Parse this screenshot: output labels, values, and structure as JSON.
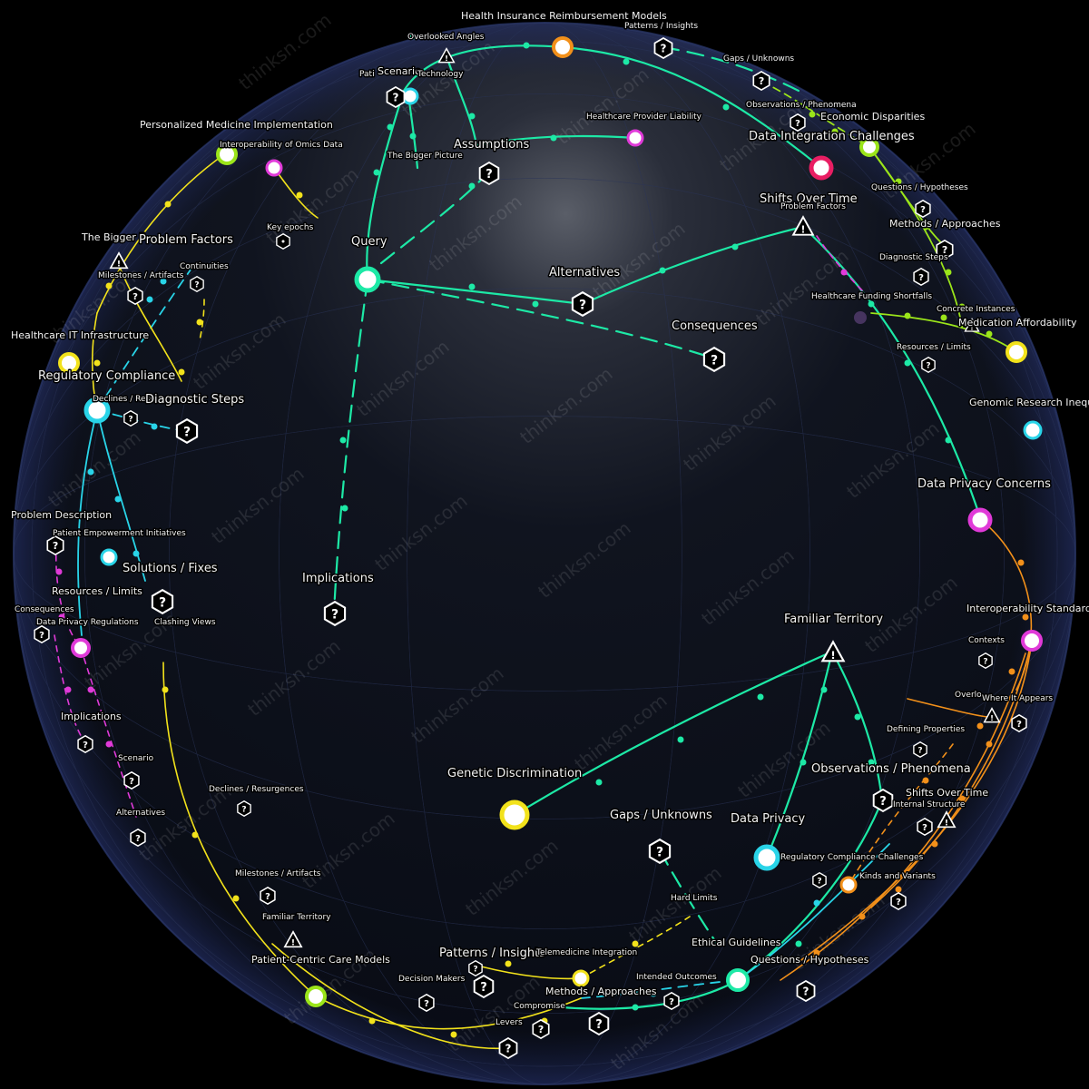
{
  "colors": {
    "background": "#000000",
    "sphere": "#0b0f1c",
    "teal": "#1de9a6",
    "cyan": "#29d4e8",
    "yellow": "#f2e21b",
    "lime": "#9be51a",
    "orange": "#f2901a",
    "magenta": "#e03ad8",
    "white": "#ffffff"
  },
  "watermark": "thinksn.com",
  "labels": {
    "health_insurance": "Health Insurance Reimbursement Models",
    "patterns_insights_top": "Patterns / Insights",
    "gaps_unknowns_top": "Gaps / Unknowns",
    "overlooked_angles": "Overlooked Angles",
    "scenario_top": "Scenario",
    "technology": "Technology",
    "pati": "Pati",
    "observations_top": "Observations / Phenomena",
    "economic_disparities": "Economic Disparities",
    "data_integration": "Data Integration Challenges",
    "provider_liability": "Healthcare Provider Liability",
    "assumptions": "Assumptions",
    "bigger_picture_small": "The Bigger Picture",
    "personalized_medicine": "Personalized Medicine Implementation",
    "interop_omics": "Interoperability of Omics Data",
    "shifts_over_time_top": "Shifts Over Time",
    "problem_factors_small": "Problem Factors",
    "questions_hypotheses_top": "Questions / Hypotheses",
    "methods_approaches_top": "Methods / Approaches",
    "query": "Query",
    "key_epochs": "Key epochs",
    "bigger_f": "The Bigger F",
    "problem_factors": "Problem Factors",
    "milestones_artifacts_top": "Milestones / Artifacts",
    "continuities": "Continuities",
    "diagnostic_steps_small": "Diagnostic Steps",
    "alternatives_center": "Alternatives",
    "funding_shortfalls": "Healthcare Funding Shortfalls",
    "concrete_instances": "Concrete Instances",
    "medication_affordability": "Medication Affordability",
    "consequences_center": "Consequences",
    "healthcare_it": "Healthcare IT Infrastructure",
    "regulatory_compliance": "Regulatory Compliance",
    "resources_limits_right": "Resources / Limits",
    "declines_resu": "Declines / Resu",
    "diagnostic_steps": "Diagnostic Steps",
    "genomic_research": "Genomic Research Inequality",
    "data_privacy_concerns": "Data Privacy Concerns",
    "problem_description": "Problem Description",
    "patient_empowerment": "Patient Empowerment Initiatives",
    "solutions_fixes": "Solutions / Fixes",
    "implications_center": "Implications",
    "resources_limits_left": "Resources / Limits",
    "clashing_views": "Clashing Views",
    "consequences_left": "Consequences",
    "data_privacy_regs": "Data Privacy Regulations",
    "interop_standards": "Interoperability Standards",
    "familiar_territory_center": "Familiar Territory",
    "contexts": "Contexts",
    "overlo": "Overlo",
    "where_it_appears": "Where It Appears",
    "implications_left": "Implications",
    "defining_properties": "Defining Properties",
    "scenario_left": "Scenario",
    "observations_right": "Observations / Phenomena",
    "genetic_discrimination": "Genetic Discrimination",
    "declines_resurgences": "Declines / Resurgences",
    "alternatives_left": "Alternatives",
    "shifts_over_time_right": "Shifts Over Time",
    "internal_structure": "Internal Structure",
    "gaps_unknowns_center": "Gaps / Unknowns",
    "data_privacy": "Data Privacy",
    "regulatory_challenges": "Regulatory Compliance Challenges",
    "kinds_variants": "Kinds and Variants",
    "milestones_artifacts_bottom": "Milestones / Artifacts",
    "hard_limits": "Hard Limits",
    "familiar_territory_bottom": "Familiar Territory",
    "ethical_guidelines": "Ethical Guidelines",
    "patterns_insights_bottom": "Patterns / Insights",
    "telemedicine": "Telemedicine Integration",
    "patient_centric": "Patient-Centric Care Models",
    "questions_hypotheses_bottom": "Questions / Hypotheses",
    "decision_makers": "Decision Makers",
    "intended_outcomes": "Intended Outcomes",
    "methods_approaches_bottom": "Methods / Approaches",
    "compromise": "Compromise",
    "levers": "Levers"
  }
}
